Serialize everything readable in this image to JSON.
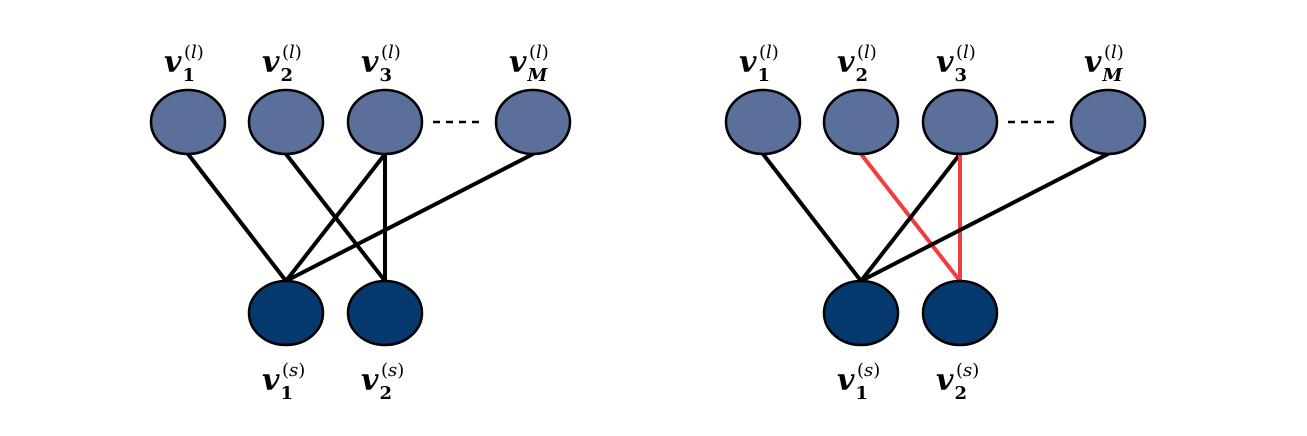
{
  "colors": {
    "large_node_fill": "#5a6f9a",
    "small_node_fill": "#06396e",
    "node_stroke": "#000000",
    "edge": "#000000",
    "highlight_edge": "#f33c3c"
  },
  "panels": [
    {
      "large_nodes": [
        {
          "base": "v",
          "sub": "1",
          "sup": "l"
        },
        {
          "base": "v",
          "sub": "2",
          "sup": "l"
        },
        {
          "base": "v",
          "sub": "3",
          "sup": "l"
        },
        {
          "base": "v",
          "sub": "M",
          "sup": "l"
        }
      ],
      "small_nodes": [
        {
          "base": "v",
          "sub": "1",
          "sup": "s"
        },
        {
          "base": "v",
          "sub": "2",
          "sup": "s"
        }
      ],
      "edges": [
        {
          "from": "l1",
          "to": "s1",
          "highlight": false
        },
        {
          "from": "l2",
          "to": "s2",
          "highlight": false
        },
        {
          "from": "l3",
          "to": "s1",
          "highlight": false
        },
        {
          "from": "l3",
          "to": "s2",
          "highlight": false
        },
        {
          "from": "lM",
          "to": "s1",
          "highlight": false
        }
      ]
    },
    {
      "large_nodes": [
        {
          "base": "v",
          "sub": "1",
          "sup": "l"
        },
        {
          "base": "v",
          "sub": "2",
          "sup": "l"
        },
        {
          "base": "v",
          "sub": "3",
          "sup": "l"
        },
        {
          "base": "v",
          "sub": "M",
          "sup": "l"
        }
      ],
      "small_nodes": [
        {
          "base": "v",
          "sub": "1",
          "sup": "s"
        },
        {
          "base": "v",
          "sub": "2",
          "sup": "s"
        }
      ],
      "edges": [
        {
          "from": "l1",
          "to": "s1",
          "highlight": false
        },
        {
          "from": "l2",
          "to": "s2",
          "highlight": true
        },
        {
          "from": "l3",
          "to": "s1",
          "highlight": false
        },
        {
          "from": "l3",
          "to": "s2",
          "highlight": true
        },
        {
          "from": "lM",
          "to": "s1",
          "highlight": false
        }
      ]
    }
  ]
}
